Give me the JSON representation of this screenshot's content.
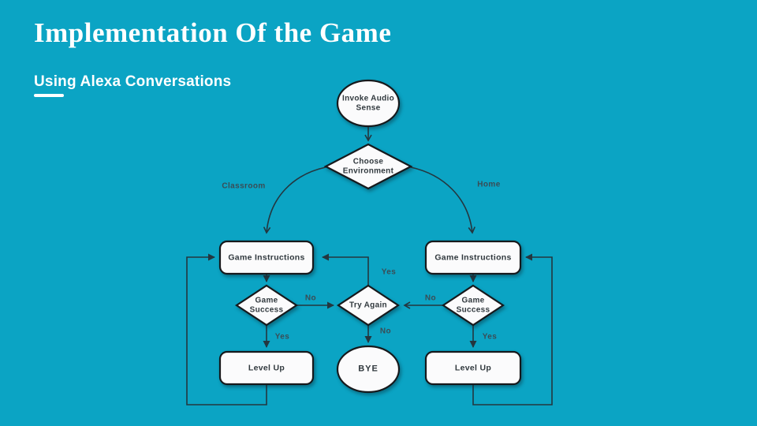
{
  "slide": {
    "title": "Implementation Of the Game",
    "subtitle": "Using Alexa Conversations"
  },
  "colors": {
    "background": "#0ba4c4",
    "title_text": "#ffffff",
    "node_fill": "#fbfbfc",
    "node_border": "#16191c",
    "line": "#24363f",
    "node_text": "#31393e",
    "edge_label_text": "#3a4c55"
  },
  "diagram": {
    "type": "flowchart",
    "nodes": [
      {
        "id": "invoke-audio-sense",
        "shape": "ellipse",
        "label": "Invoke Audio Sense"
      },
      {
        "id": "choose-environment",
        "shape": "diamond",
        "label": "Choose Environment"
      },
      {
        "id": "game-instructions-left",
        "shape": "rounded-rect",
        "label": "Game Instructions"
      },
      {
        "id": "game-instructions-right",
        "shape": "rounded-rect",
        "label": "Game Instructions"
      },
      {
        "id": "game-success-left",
        "shape": "diamond",
        "label": "Game Success"
      },
      {
        "id": "try-again",
        "shape": "diamond",
        "label": "Try Again"
      },
      {
        "id": "game-success-right",
        "shape": "diamond",
        "label": "Game Success"
      },
      {
        "id": "bye",
        "shape": "ellipse",
        "label": "BYE"
      },
      {
        "id": "level-up-left",
        "shape": "rounded-rect",
        "label": "Level Up"
      },
      {
        "id": "level-up-right",
        "shape": "rounded-rect",
        "label": "Level Up"
      }
    ],
    "edges": [
      {
        "from": "invoke-audio-sense",
        "to": "choose-environment",
        "label": ""
      },
      {
        "from": "choose-environment",
        "to": "game-instructions-left",
        "label": "Classroom"
      },
      {
        "from": "choose-environment",
        "to": "game-instructions-right",
        "label": "Home"
      },
      {
        "from": "game-instructions-left",
        "to": "game-success-left",
        "label": ""
      },
      {
        "from": "game-instructions-right",
        "to": "game-success-right",
        "label": ""
      },
      {
        "from": "game-success-left",
        "to": "try-again",
        "label": "No"
      },
      {
        "from": "game-success-right",
        "to": "try-again",
        "label": "No"
      },
      {
        "from": "try-again",
        "to": "game-instructions-left",
        "label": "Yes"
      },
      {
        "from": "try-again",
        "to": "bye",
        "label": "No"
      },
      {
        "from": "game-success-left",
        "to": "level-up-left",
        "label": "Yes"
      },
      {
        "from": "game-success-right",
        "to": "level-up-right",
        "label": "Yes"
      },
      {
        "from": "level-up-left",
        "to": "game-instructions-left",
        "label": ""
      },
      {
        "from": "level-up-right",
        "to": "game-instructions-right",
        "label": ""
      }
    ]
  }
}
